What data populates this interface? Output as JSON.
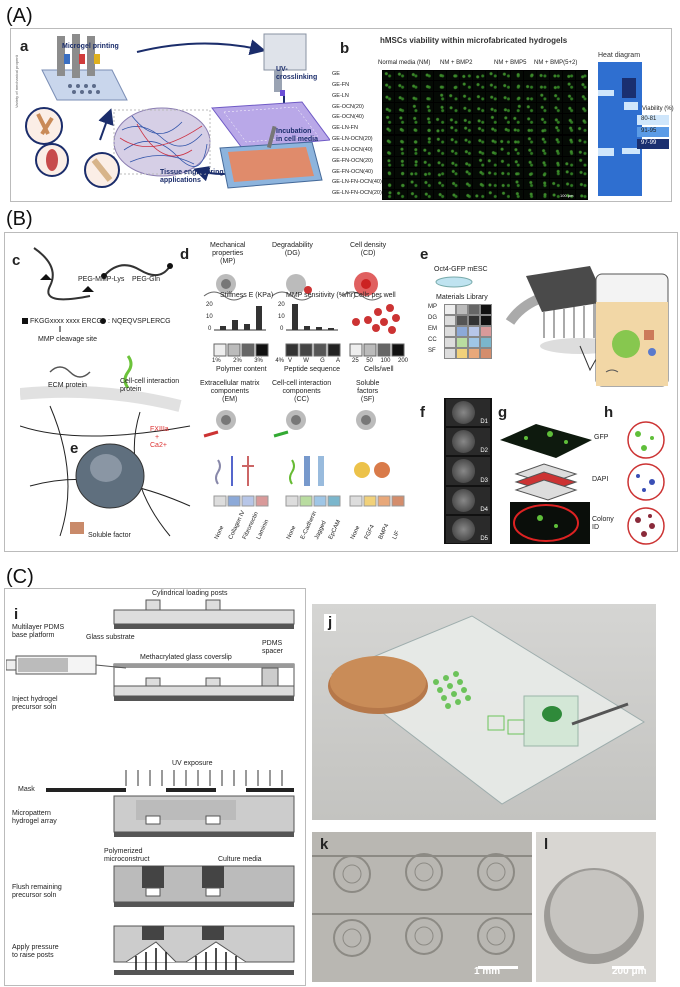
{
  "sections": {
    "A": "(A)",
    "B": "(B)",
    "C": "(C)"
  },
  "panels": {
    "a": "a",
    "b": "b",
    "c": "c",
    "d": "d",
    "e": "e",
    "e2": "e",
    "f": "f",
    "g": "g",
    "h": "h",
    "i": "i",
    "j": "j",
    "k": "k",
    "l": "l"
  },
  "panel_a": {
    "microgel_printing": "Microgel printing",
    "uv": "UV-\ncrosslinking",
    "incubation": "Incubation\nin cell media",
    "tissue": "Tissue engineering\napplications",
    "side_label": "Variety of mechanical properties"
  },
  "panel_b": {
    "title": "hMSCs viability within microfabricated hydrogels",
    "columns": [
      "Normal media (NM)",
      "NM + BMP2",
      "NM + BMP5",
      "NM + BMP(5+2)"
    ],
    "rows": [
      "GE",
      "GE-FN",
      "GE-LN",
      "GE-OCN(20)",
      "GE-OCN(40)",
      "GE-LN-FN",
      "GE-LN-OCN(20)",
      "GE-LN-OCN(40)",
      "GE-FN-OCN(20)",
      "GE-FN-OCN(40)",
      "GE-LN-FN-OCN(40)",
      "GE-LN-FN-OCN(20)"
    ],
    "scale": "100 μm",
    "heat_title": "Heat diagram",
    "viab_title": "Viability (%)",
    "viab_ranges": [
      "80-81",
      "91-95",
      "97-99"
    ]
  },
  "panel_c": {
    "peg_lys": "PEG-MMP-Lys",
    "peg_gln": "PEG-Gln",
    "seq1": "FKGGxxxx xxxx ERCG",
    "seq2": ": NQEQVSPLERCG",
    "mmp": "MMP cleavage site",
    "ecm": "ECM protein",
    "cci": "Cell-cell interaction\nprotein",
    "fxiii": "FXIIIa",
    "plus": "+",
    "ca": "Ca2+",
    "soluble": "Soluble factor"
  },
  "panel_d": {
    "mp": "Mechanical\nproperties\n(MP)",
    "dg": "Degradability\n(DG)",
    "cd": "Cell density\n(CD)",
    "stiff": "Stiffness E (KPa)",
    "stiff_ticks": [
      "20",
      "10",
      "0"
    ],
    "mmp_sens": "MMP sensitivity (%/hr)",
    "mmp_ticks": [
      "20",
      "10",
      "0"
    ],
    "cells": "Cells per well",
    "poly_vals": [
      "1%",
      "2%",
      "3%",
      "4%"
    ],
    "poly": "Polymer content",
    "pep_vals": [
      "V",
      "W",
      "G",
      "A"
    ],
    "pep": "Peptide sequence",
    "cell_vals": [
      "25",
      "50",
      "100",
      "200"
    ],
    "cellwell": "Cells/well",
    "em": "Extracellular matrix\ncomponents\n(EM)",
    "cc": "Cell-cell interaction\ncomponents\n(CC)",
    "sf": "Soluble\nfactors\n(SF)",
    "em_items": [
      "None",
      "Collagen IV",
      "Fibronectin",
      "Laminin"
    ],
    "cc_items": [
      "None",
      "E-Cadherin",
      "Jagged",
      "EpCAM"
    ],
    "sf_items": [
      "None",
      "FGF4",
      "BMP4",
      "LIF"
    ]
  },
  "panel_e": {
    "mesc": "Oct4-GFP mESC",
    "lib": "Materials Library",
    "rows": [
      "MP",
      "DG",
      "EM",
      "CC",
      "SF"
    ]
  },
  "panel_f": {
    "days": [
      "D1",
      "D2",
      "D3",
      "D4",
      "D5"
    ]
  },
  "panel_h": {
    "labels": [
      "GFP",
      "DAPI",
      "Colony\nID"
    ]
  },
  "panel_i": {
    "posts": "Cylindrical loading posts",
    "multilayer": "Multilayer PDMS\nbase platform",
    "glass": "Glass substrate",
    "coverslip": "Methacrylated glass coverslip",
    "spacer": "PDMS\nspacer",
    "inject": "Inject hydrogel\nprecursor soln",
    "uv": "UV exposure",
    "mask": "Mask",
    "micro": "Micropattern\nhydrogel array",
    "poly": "Polymerized\nmicroconstruct",
    "culture": "Culture media",
    "flush": "Flush remaining\nprecursor soln",
    "apply": "Apply pressure\nto raise posts"
  },
  "scales": {
    "k": "1 mm",
    "l": "200 μm"
  }
}
